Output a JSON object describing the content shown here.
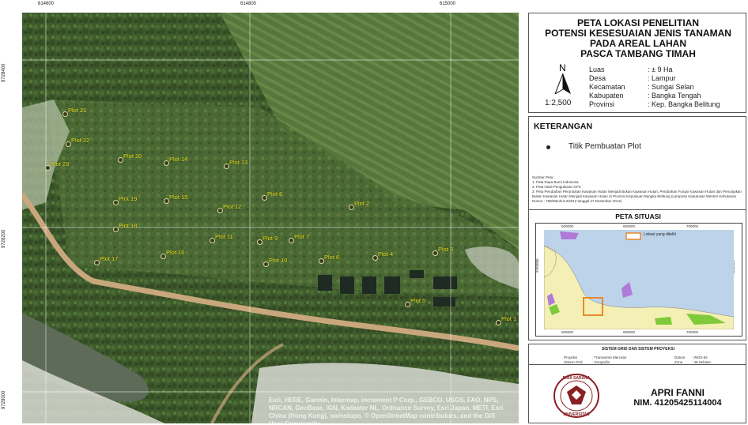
{
  "map": {
    "top_ticks": [
      "614600",
      "614800",
      "615000"
    ],
    "left_ticks": [
      "9728400",
      "9728200",
      "9728000"
    ],
    "attribution": "Esri, HERE, Garmin, Intermap, increment P Corp., GEBCO, USGS, FAO, NPS, NRCAN, GeoBase, IGN, Kadaster NL, Ordnance Survey, Esri Japan, METI, Esri China (Hong Kong), swisstopo, © OpenStreetMap contributors, and the GIS User Community",
    "plots": [
      {
        "label": "Plot 1"
      },
      {
        "label": "Plot 2"
      },
      {
        "label": "Plot 3"
      },
      {
        "label": "Plot 4"
      },
      {
        "label": "Plot 5"
      },
      {
        "label": "Plot 6"
      },
      {
        "label": "Plot 7"
      },
      {
        "label": "Plot 8"
      },
      {
        "label": "Plot 9"
      },
      {
        "label": "Plot 10"
      },
      {
        "label": "Plot 11"
      },
      {
        "label": "Plot 12"
      },
      {
        "label": "Plot 13"
      },
      {
        "label": "Plot 14"
      },
      {
        "label": "Plot 15"
      },
      {
        "label": "Plot 16"
      },
      {
        "label": "Plot 17"
      },
      {
        "label": "Plot 18"
      },
      {
        "label": "Plot 19"
      },
      {
        "label": "Plot 20"
      },
      {
        "label": "Plot 21"
      },
      {
        "label": "Plot 22"
      },
      {
        "label": "Plot 23"
      }
    ]
  },
  "panel": {
    "title": [
      "PETA LOKASI PENELITIAN",
      "POTENSI KESESUAIAN JENIS TANAMAN",
      "PADA AREAL LAHAN",
      "PASCA TAMBANG TIMAH"
    ],
    "north": "N",
    "scale": "1:2,500",
    "info": [
      {
        "key": "Luas",
        "value": ": ± 9 Ha"
      },
      {
        "key": "Desa",
        "value": ": Lampur"
      },
      {
        "key": "Kecamatan",
        "value": ": Sungai Selan"
      },
      {
        "key": "Kabupaten",
        "value": ": Bangka Tengah"
      },
      {
        "key": "Provinsi",
        "value": ": Kep. Bangka Belitung"
      }
    ],
    "keterangan_title": "KETERANGAN",
    "legend_item": "Titik Pembuatan Plot",
    "sumber_title": "Sumber Peta :",
    "sumber": [
      "1. Peta Rupa Bumi Indonesia",
      "2. Peta Hasil Pengukuran GPS",
      "3. Peta Perubahan Peruntukan Kawasan Hutan Menjadi Bukan Kawasan Hutan, Perubahan Fungsi Kawasan Hutan dan Penunjukan Bukan Kawasan Hutan Menjadi Kawasan Hutan di Provinsi Kepulauan Bangka Belitung (Lampiran Keputusan Menteri Kehutanan Nomor : 798/Menhut-II/2012 tanggal 27 Desember 2012)"
    ],
    "situasi_title": "PETA SITUASI",
    "situasi_legend": "Lokasi yang diteliti",
    "situasi_ticks_top": [
      "600000",
      "650000",
      "700000"
    ],
    "situasi_ticks_bottom": [
      "600000",
      "650000",
      "700000"
    ],
    "situasi_ticks_side": "9750000",
    "grid_title": "SISTEM GRID DAN SISTEM PROYEKSI",
    "grid_rows": [
      {
        "k1": "Proyeksi",
        "v1": ": Transverse Mercator",
        "k2": "Datum",
        "v2": ": WGS-84"
      },
      {
        "k1": "Sistem Grid",
        "v1": ": Geografis",
        "k2": "Zone",
        "v2": ": 48 Selatan"
      }
    ],
    "logo_text_top": "BINA SARANA",
    "logo_text_bottom": "UNIVERSITAS",
    "author_name": "APRI FANNI",
    "author_nim": "NIM. 41205425114004"
  },
  "colors": {
    "forest": "#3e5a2c",
    "plantation": "#56753c",
    "road": "#c9a77c",
    "water": "#5d6b58",
    "sand": "#d9dbd3",
    "plot_label": "#f2ee2a",
    "situasi_sea": "#bcd3ea",
    "situasi_land": "#f3efb5",
    "situasi_purple": "#b07ad8",
    "situasi_green": "#7fca3a",
    "situasi_box": "#e58a2f"
  }
}
